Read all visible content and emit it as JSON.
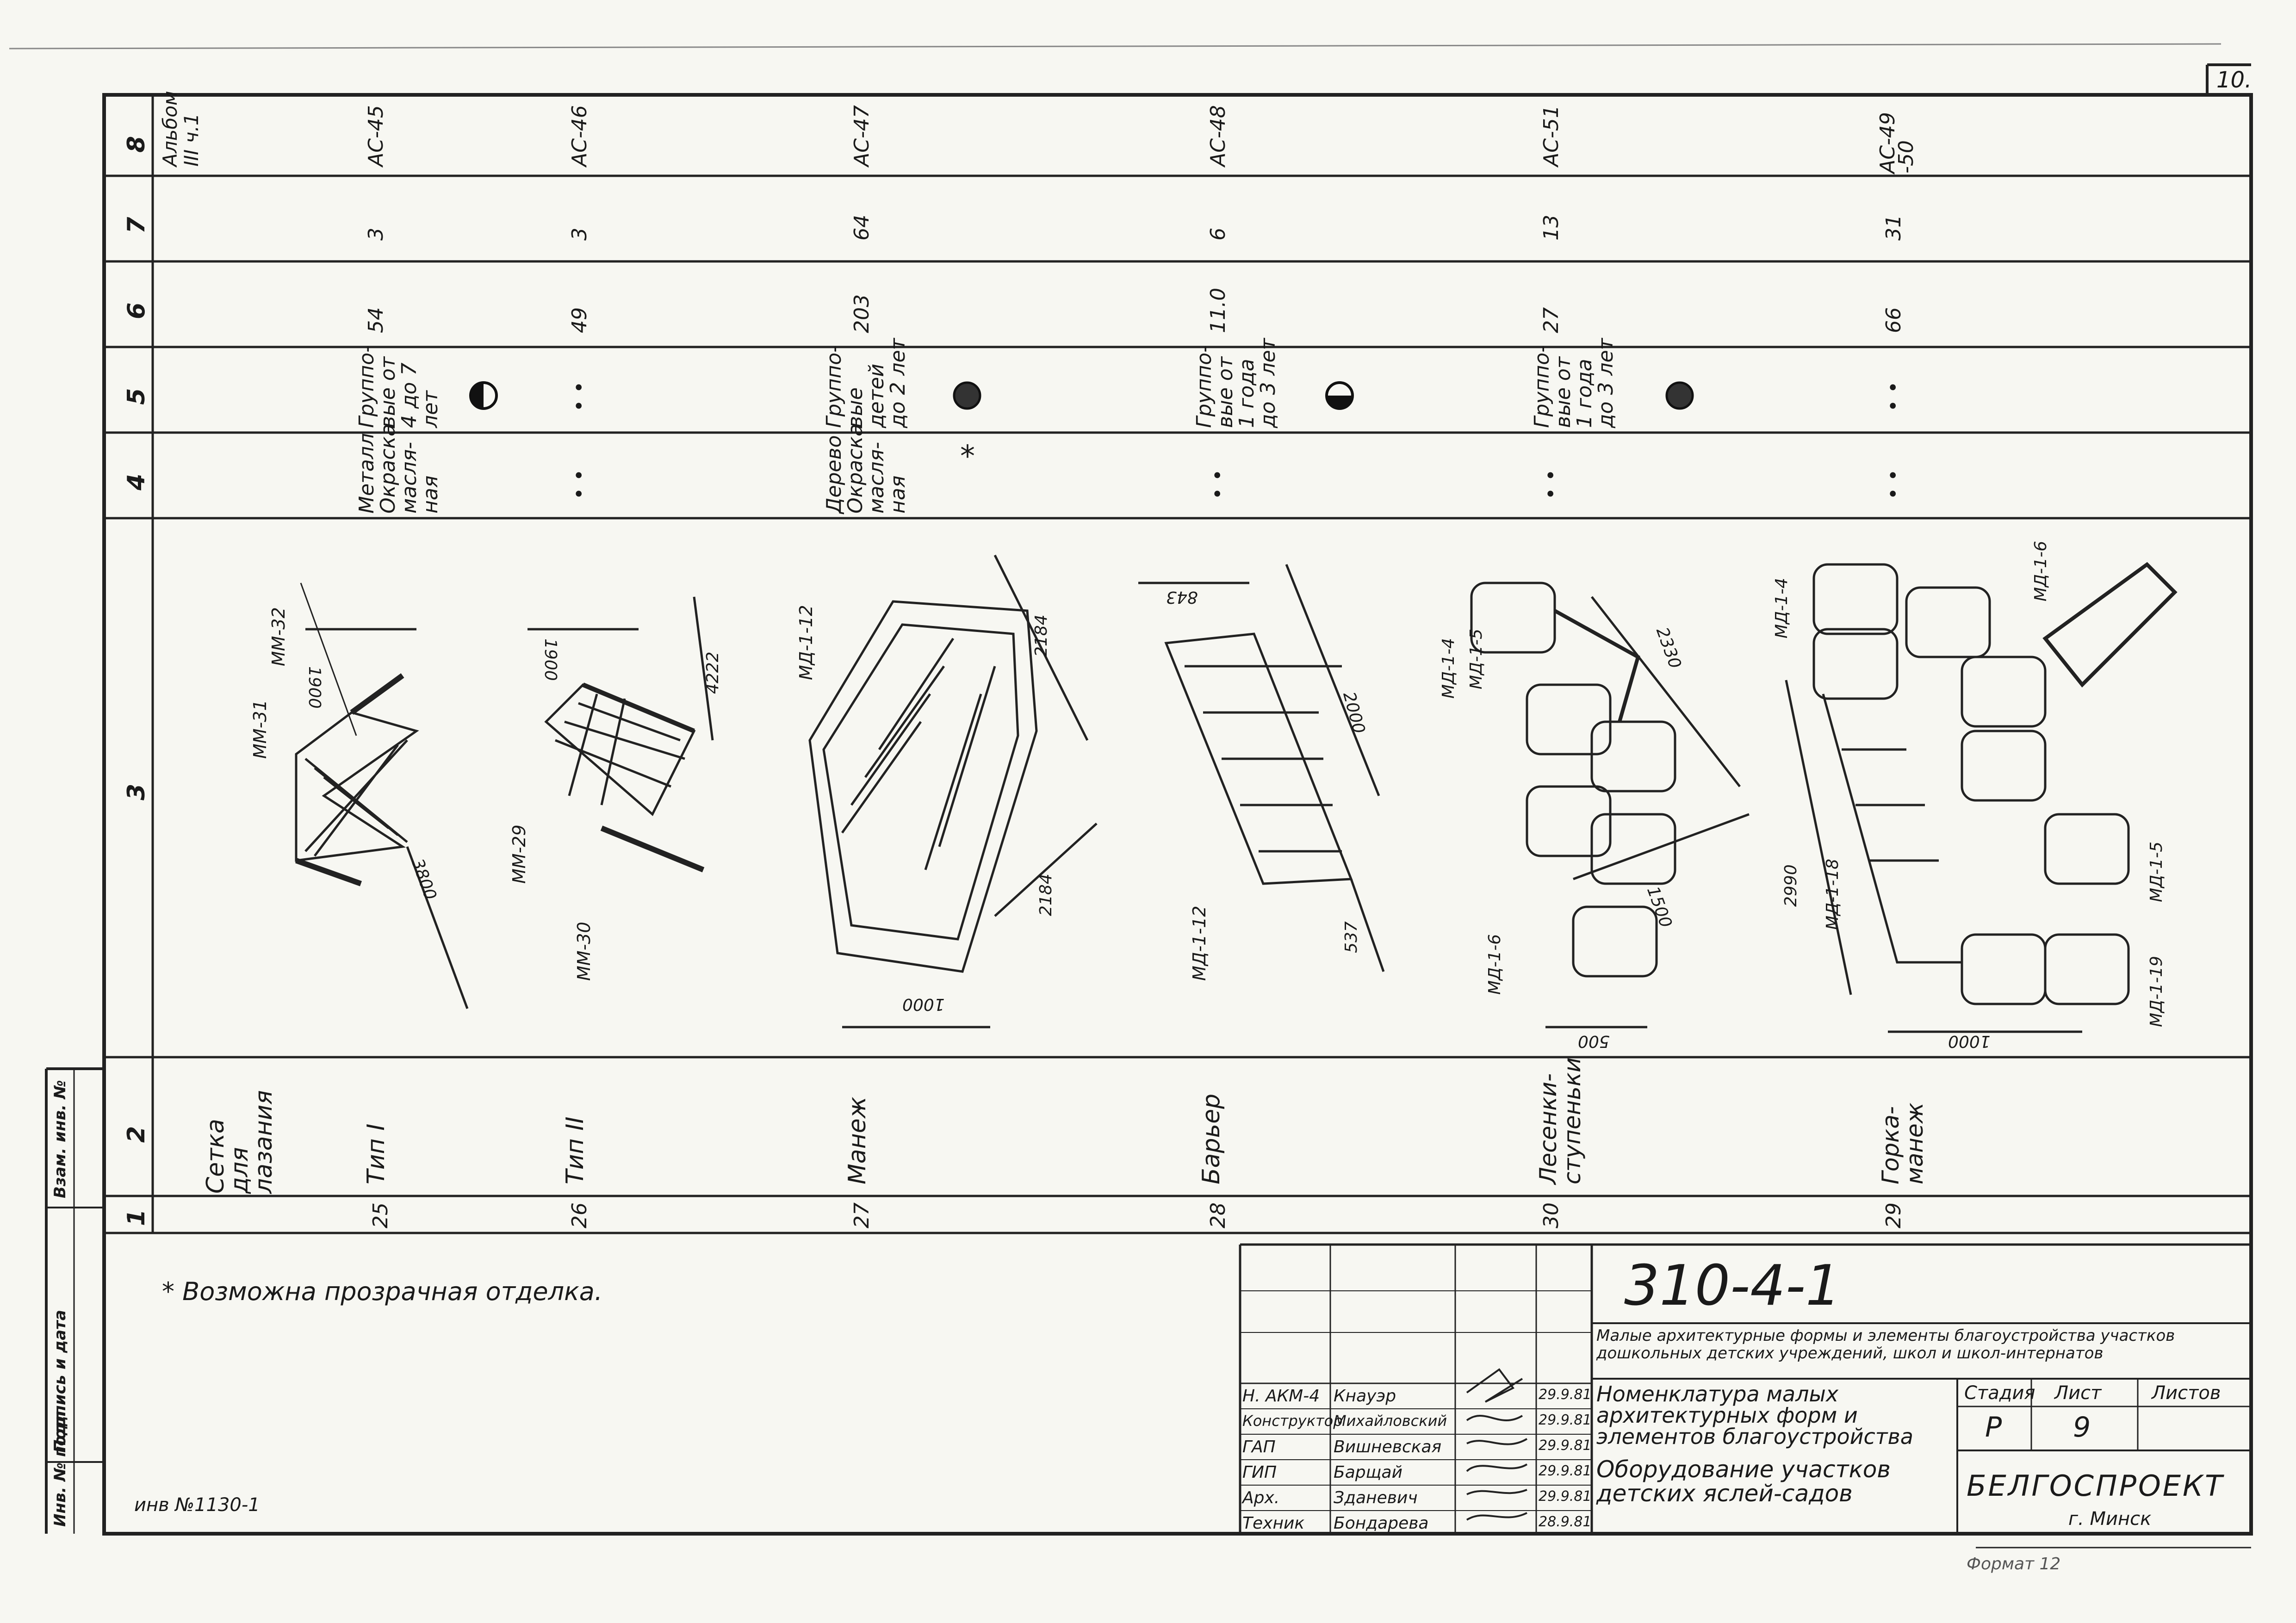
{
  "sheet_corner_number": "10.",
  "column_numbers": [
    "8",
    "7",
    "6",
    "5",
    "4",
    "3",
    "2",
    "1"
  ],
  "rows": [
    {
      "num": "25",
      "name_lines": [
        "Сетка",
        "для",
        "лазания"
      ],
      "type": "Тип I",
      "material_lines": [
        "Металл",
        "Окраска",
        "масля-",
        "ная"
      ],
      "age_lines": [
        "Группо-",
        "вые от",
        "4 до 7",
        "лет"
      ],
      "age_symbol": "half",
      "col6": "54",
      "col7": "3",
      "code": "АС-45"
    },
    {
      "num": "26",
      "name_lines": [],
      "type": "Тип II",
      "material_lines": [
        "• •"
      ],
      "age_lines": [
        "• •"
      ],
      "age_symbol": "",
      "col6": "49",
      "col7": "3",
      "code": "АС-46"
    },
    {
      "num": "27",
      "name_lines": [
        "Манеж"
      ],
      "type": "",
      "material_lines": [
        "Дерево",
        "Окраска",
        "масля-",
        "ная"
      ],
      "age_lines": [
        "Группо-",
        "вые",
        "детей",
        "до 2 лет"
      ],
      "age_symbol": "full",
      "col6": "203",
      "col7": "64",
      "code": "АС-47"
    },
    {
      "num": "28",
      "name_lines": [
        "Барьер"
      ],
      "type": "",
      "material_lines": [
        "• •"
      ],
      "age_lines": [
        "Группо-",
        "вые от",
        "1 года",
        "до 3 лет"
      ],
      "age_symbol": "half",
      "col6": "11.0",
      "col7": "6",
      "code": "АС-48"
    },
    {
      "num": "30",
      "name_lines": [
        "Лесенки-",
        "ступеньки"
      ],
      "type": "",
      "material_lines": [
        "• •"
      ],
      "age_lines": [
        "Группо-",
        "вые от",
        "1 года",
        "до 3 лет"
      ],
      "age_symbol": "full",
      "col6": "27",
      "col7": "13",
      "code": "АС-51"
    },
    {
      "num": "29",
      "name_lines": [
        "Горка-",
        "манеж"
      ],
      "type": "",
      "material_lines": [
        "• •"
      ],
      "age_lines": [
        "• •"
      ],
      "age_symbol": "",
      "col6": "66",
      "col7": "31",
      "code": "АС-49\n-50"
    }
  ],
  "album_ref": "Альбом\nIII ч.1",
  "asterisk_mark": "*",
  "note": "* Возможна прозрачная отделка.",
  "inv_number": "инв №1130-1",
  "left_margin_stamp": [
    "Инв. № подл.",
    "Подпись и дата",
    "Взам. инв. №"
  ],
  "drawings": [
    {
      "labels": [
        "ММ-32",
        "ММ-31"
      ],
      "dims": [
        "1900",
        "3800"
      ]
    },
    {
      "labels": [
        "ММ-29",
        "ММ-30"
      ],
      "dims": [
        "1900",
        "4222"
      ]
    },
    {
      "labels": [
        "МД-1-12"
      ],
      "dims": [
        "2184",
        "2184",
        "1000"
      ]
    },
    {
      "labels": [
        "МД-1-12"
      ],
      "dims": [
        "843",
        "2000",
        "537"
      ]
    },
    {
      "labels": [
        "МД-1-4",
        "МД-1-5",
        "МД-1-6"
      ],
      "dims": [
        "2330",
        "1500",
        "500"
      ]
    },
    {
      "labels": [
        "МД-1-4",
        "МД-1-6",
        "МД-1-5",
        "МД-1-18",
        "МД-1-19"
      ],
      "dims": [
        "2990",
        "1000"
      ]
    }
  ],
  "title_block": {
    "doc_code": "310-4-1",
    "subject": "Малые архитектурные формы и элементы благоустройства участков дошкольных детских учреждений, школ и школ-интернатов",
    "sheet_title": "Номенклатура малых архитектурных форм и элементов благоустройства",
    "section_title": "Оборудование участков детских яслей-садов",
    "headers": {
      "stage": "Стадия",
      "sheet": "Лист",
      "sheets": "Листов"
    },
    "stage": "Р",
    "sheet": "9",
    "sheets": "",
    "org": "БЕЛГОСПРОЕКТ",
    "city": "г. Минск",
    "signers": [
      {
        "role": "Н. АКМ-4",
        "name": "Кнауэр",
        "date": "29.9.81"
      },
      {
        "role": "Конструктор",
        "name": "Михайловский",
        "date": "29.9.81"
      },
      {
        "role": "ГАП",
        "name": "Вишневская",
        "date": "29.9.81"
      },
      {
        "role": "ГИП",
        "name": "Барщай",
        "date": "29.9.81"
      },
      {
        "role": "Арх.",
        "name": "Зданевич",
        "date": "29.9.81"
      },
      {
        "role": "Техник",
        "name": "Бондарева",
        "date": "28.9.81"
      }
    ],
    "format": "Формат 12"
  }
}
